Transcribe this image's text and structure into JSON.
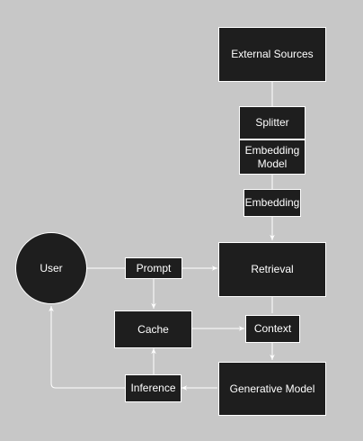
{
  "nodes": {
    "external_sources": "External Sources",
    "splitter": "Splitter",
    "embedding_model": "Embedding Model",
    "embedding": "Embedding",
    "user": "User",
    "prompt": "Prompt",
    "retrieval": "Retrieval",
    "cache": "Cache",
    "context": "Context",
    "inference": "Inference",
    "generative_model": "Generative Model"
  },
  "colors": {
    "background": "#c7c7c7",
    "node_fill": "#1e1e1e",
    "node_text": "#ffffff",
    "edge": "#ffffff"
  }
}
